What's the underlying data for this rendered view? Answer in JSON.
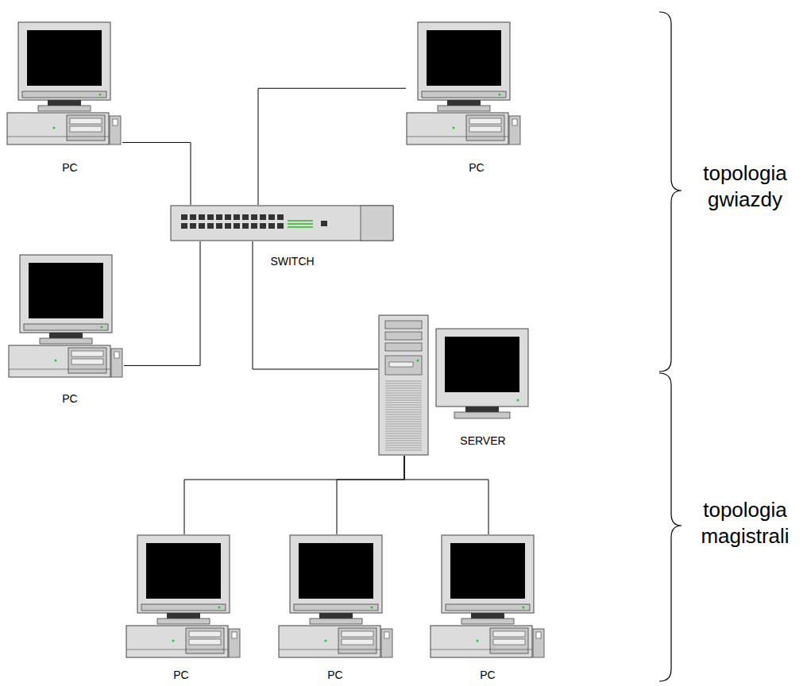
{
  "diagram": {
    "nodes": [
      {
        "text": [
          "PC"
        ]
      },
      {
        "text": [
          "PC"
        ]
      },
      {
        "text": [
          "SWITCH"
        ]
      },
      {
        "text": [
          "PC"
        ]
      },
      {
        "text": [
          "SERVER"
        ]
      },
      {
        "text": [
          "PC"
        ]
      },
      {
        "text": [
          "PC"
        ]
      },
      {
        "text": [
          "PC"
        ]
      }
    ],
    "edges": [
      {
        "from": 0,
        "to": 2,
        "arrow": "none"
      },
      {
        "from": 1,
        "to": 2,
        "arrow": "none"
      },
      {
        "from": 3,
        "to": 2,
        "arrow": "none"
      },
      {
        "from": 2,
        "to": 4,
        "arrow": "none"
      },
      {
        "from": 4,
        "to": 5,
        "arrow": "none"
      },
      {
        "from": 4,
        "to": 6,
        "arrow": "none"
      },
      {
        "from": 4,
        "to": 7,
        "arrow": "none"
      }
    ],
    "labels": [
      "topologia gwiazdy",
      "topologia magistrali"
    ]
  }
}
